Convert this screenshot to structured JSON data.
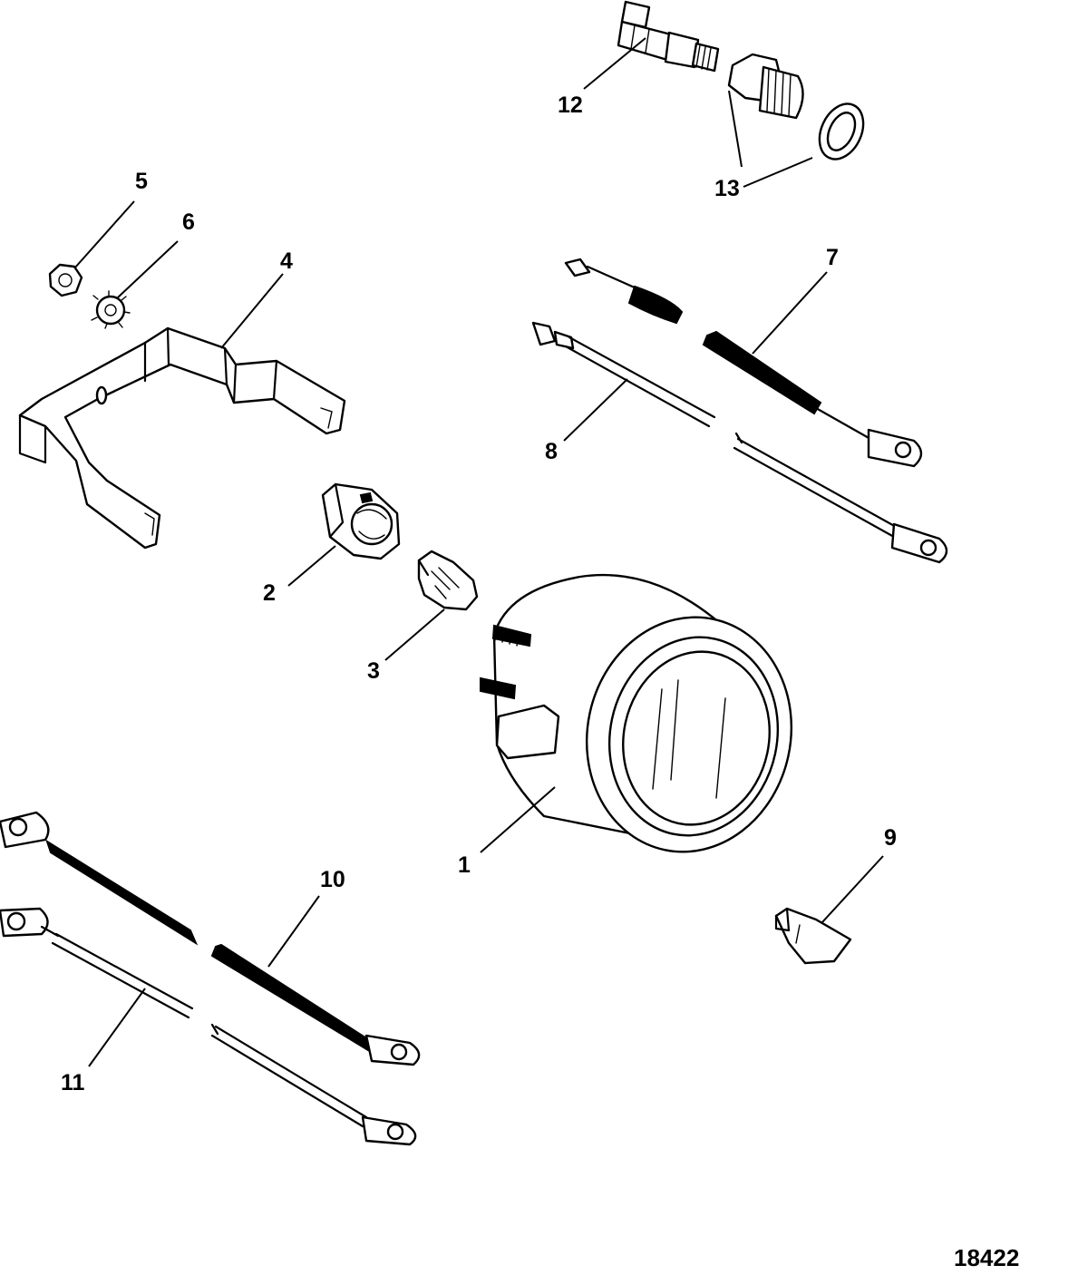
{
  "figure_number": "18422",
  "callouts": {
    "c1": "1",
    "c2": "2",
    "c3": "3",
    "c4": "4",
    "c5": "5",
    "c6": "6",
    "c7": "7",
    "c8": "8",
    "c9": "9",
    "c10": "10",
    "c11": "11",
    "c12": "12",
    "c13": "13"
  }
}
